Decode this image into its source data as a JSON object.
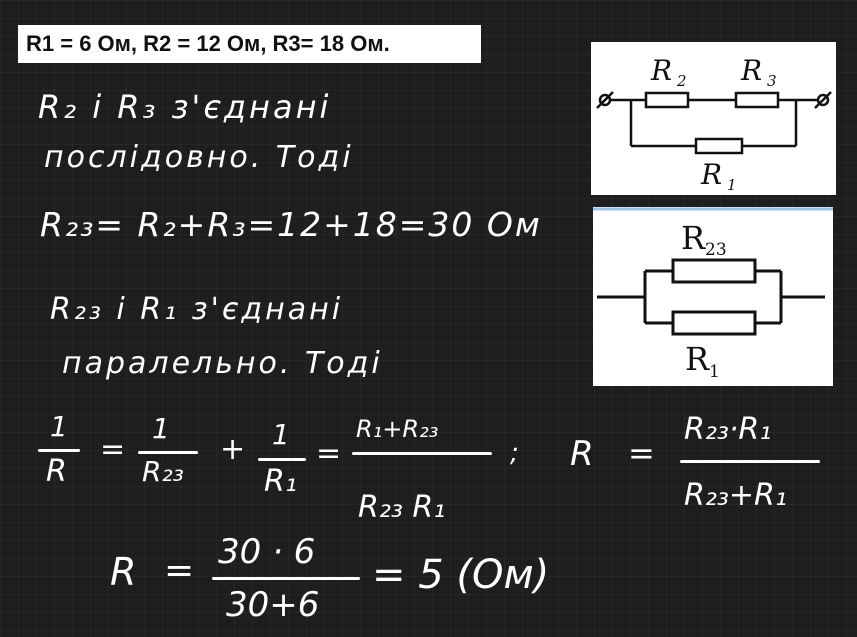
{
  "given": "R1 = 6 Ом, R2 = 12 Ом, R3= 18 Ом.",
  "notes": {
    "line1": "R₂ і R₃ з'єднані",
    "line2": "послідовно. Тоді",
    "line3": "R₂₃= R₂+R₃=12+18=30 Ом",
    "line4": "R₂₃ і R₁ з'єднані",
    "line5": "паралельно. Тоді"
  },
  "formula1": {
    "lhs_num": "1",
    "lhs_den": "R",
    "eq1": "=",
    "t1_num": "1",
    "t1_den": "R₂₃",
    "plus": "+",
    "t2_num": "1",
    "t2_den": "R₁",
    "eq2": "=",
    "t3_num": "R₁+R₂₃",
    "t3_den": "R₂₃ R₁",
    "sep": ";"
  },
  "formula2": {
    "lhs": "R",
    "eq": "=",
    "num": "R₂₃·R₁",
    "den": "R₂₃+R₁"
  },
  "formula3": {
    "lhs": "R",
    "eq": "=",
    "num": "30 · 6",
    "den": "30+6",
    "result": "= 5 (Ом)"
  },
  "diagram1": {
    "r1": "R",
    "r1_sub": "1",
    "r2": "R",
    "r2_sub": "2",
    "r3": "R",
    "r3_sub": "3"
  },
  "diagram2": {
    "r23": "R",
    "r23_sub": "23",
    "r1": "R",
    "r1_sub": "1"
  }
}
